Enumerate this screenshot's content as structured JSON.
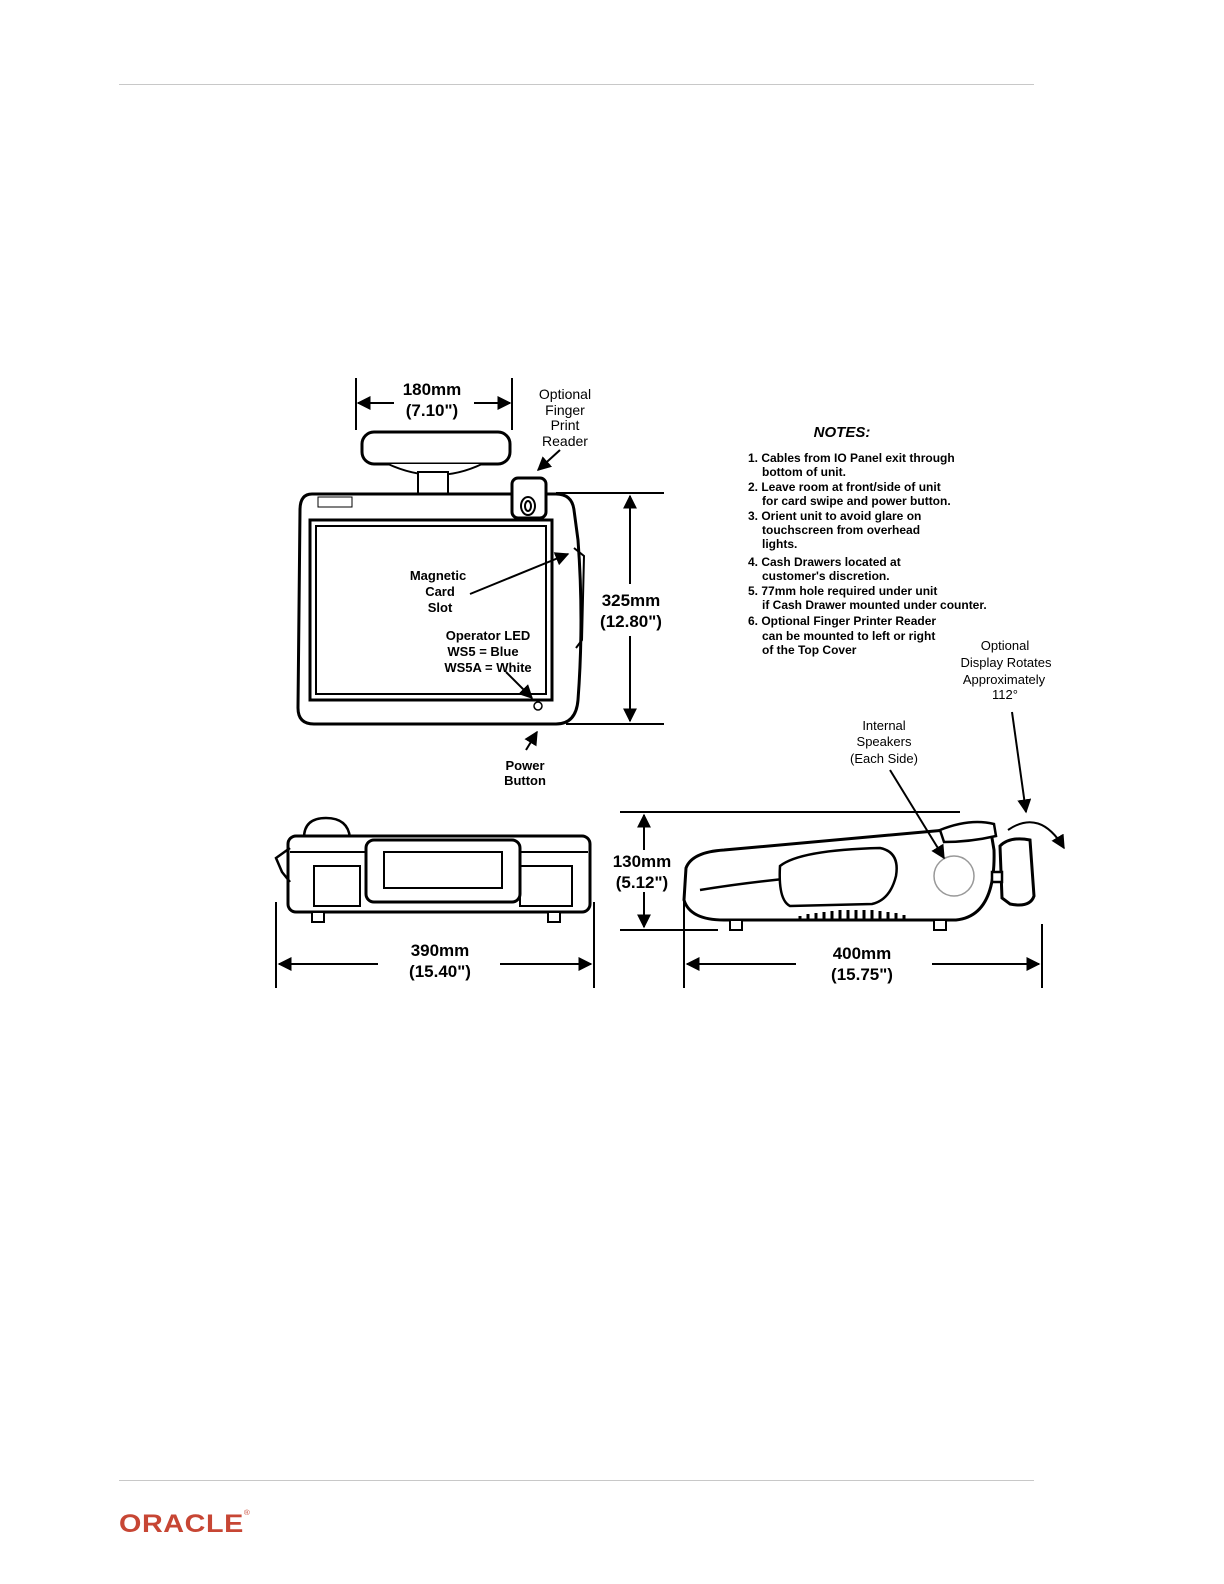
{
  "brand": {
    "logo_text": "ORACLE",
    "trademark": "®",
    "color": "#c74634"
  },
  "diagram": {
    "top_view": {
      "width_top": {
        "mm": "180mm",
        "in": "(7.10\")"
      },
      "height": {
        "mm": "325mm",
        "in": "(12.80\")"
      },
      "finger_print_reader_label": [
        "Optional",
        "Finger",
        "Print",
        "Reader"
      ],
      "magnetic_card_label": [
        "Magnetic",
        "Card",
        "Slot"
      ],
      "operator_led_label": [
        "Operator LED",
        "WS5 = Blue",
        "WS5A = White"
      ],
      "power_button_label": [
        "Power",
        "Button"
      ]
    },
    "front_view": {
      "width": {
        "mm": "390mm",
        "in": "(15.40\")"
      },
      "height": {
        "mm": "130mm",
        "in": "(5.12\")"
      }
    },
    "side_view": {
      "depth": {
        "mm": "400mm",
        "in": "(15.75\")"
      },
      "speakers_label": [
        "Internal",
        "Speakers",
        "(Each Side)"
      ],
      "rotate_label": [
        "Optional",
        "Display Rotates",
        "Approximately",
        "112°"
      ]
    },
    "notes": {
      "title": "NOTES:",
      "lines": [
        "1. Cables from IO Panel exit through",
        "bottom of unit.",
        "2. Leave room at front/side of unit",
        "for card swipe and power button.",
        "3. Orient unit to avoid glare on",
        "touchscreen from overhead",
        "lights.",
        "4. Cash Drawers located at",
        "customer's discretion.",
        "5. 77mm hole required under unit",
        "if Cash Drawer mounted under counter.",
        "6. Optional Finger Printer Reader",
        "can be mounted to left or right",
        "of the Top Cover"
      ]
    }
  }
}
